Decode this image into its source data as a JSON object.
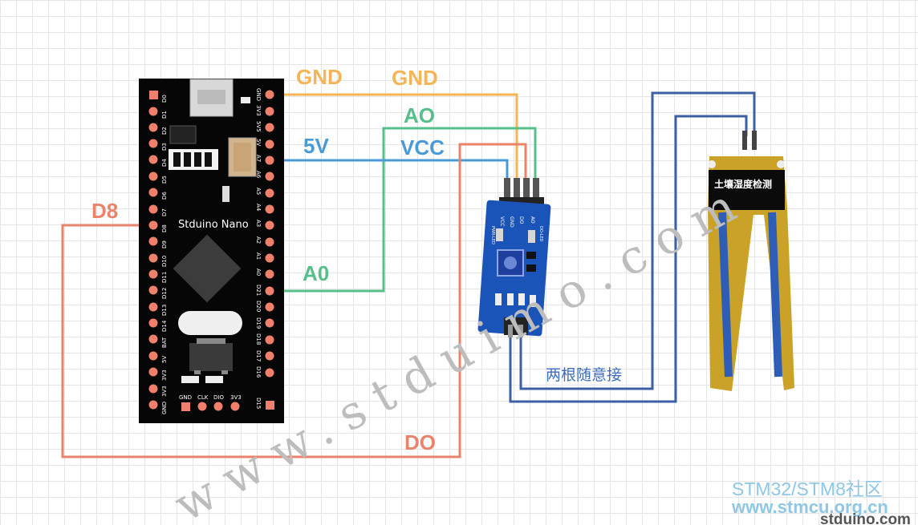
{
  "board": {
    "name": "Stduino Nano"
  },
  "left_pins": [
    "D0",
    "D1",
    "D2",
    "D3",
    "D4",
    "D5",
    "D6",
    "D7",
    "D8",
    "D9",
    "D10",
    "D11",
    "D12",
    "D13",
    "D14",
    "BAT",
    "5V",
    "3V3",
    "3V3",
    "GND"
  ],
  "right_pins": [
    "GND",
    "3V3",
    "5V5",
    "5V",
    "A7",
    "A6",
    "A5",
    "A4",
    "A3",
    "A2",
    "A1",
    "A0",
    "D21",
    "D20",
    "D19",
    "D18",
    "D17",
    "D16",
    "D15"
  ],
  "bottom_pins": [
    "GND",
    "CLK",
    "DIO",
    "3V3"
  ],
  "labels": {
    "gnd_left": "GND",
    "gnd_right": "GND",
    "ao": "AO",
    "v5": "5V",
    "vcc": "VCC",
    "d8": "D8",
    "a0": "A0",
    "do": "DO",
    "any_connect": "两根随意接"
  },
  "module_pins": [
    "VCC",
    "GND",
    "DO",
    "AO"
  ],
  "module_leds": [
    "PWR-LED",
    "DO-LED"
  ],
  "probe_label": "土壤湿度检测",
  "watermark": "www.stduimo.com",
  "corner": {
    "line1": "STM32/STM8社区",
    "line2": "www.stmcu.org.cn",
    "line3": "stduino.com"
  },
  "colors": {
    "gnd": "#f5b557",
    "ao": "#56c08a",
    "v5": "#4a9ad8",
    "vcc_do": "#ea836b",
    "probe_wires": "#3d5fa3",
    "board": "#060606"
  }
}
